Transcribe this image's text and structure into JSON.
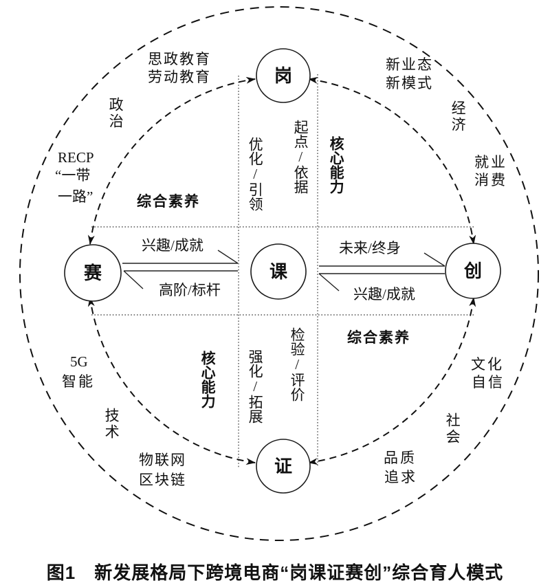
{
  "diagram": {
    "title_caption": "图1　新发展格局下跨境电商“岗课证赛创”综合育人模式",
    "nodes": {
      "top": "岗",
      "left": "赛",
      "center": "课",
      "right": "创",
      "bottom": "证"
    },
    "sectors": {
      "politics": {
        "axis": "政治",
        "inflow": [
          "思政教育",
          "劳动教育"
        ],
        "context": [
          "RECP",
          "“一带",
          "一路”"
        ]
      },
      "economy": {
        "axis": "经济",
        "inflow": [
          "新业态",
          "新模式"
        ],
        "context": [
          "就业",
          "消费"
        ]
      },
      "technology": {
        "axis": "技术",
        "inflow": [
          "物联网",
          "区块链"
        ],
        "context": [
          "5G",
          "智能"
        ]
      },
      "society": {
        "axis": "社会",
        "inflow": [
          "品质",
          "追求"
        ],
        "context": [
          "文化",
          "自信"
        ]
      }
    },
    "corridors": {
      "top_vertical": {
        "optimize": "优化/引领",
        "origin": "起点/依据",
        "core": "核心能力"
      },
      "bottom_vertical": {
        "core": "核心能力",
        "strengthen": "强化/拓展",
        "examine": "检验/评价"
      },
      "left_horizontal": {
        "quadrant_label": "综合素养",
        "arrow_right_label": "兴趣/成就",
        "arrow_left_label": "高阶/标杆"
      },
      "right_horizontal": {
        "arrow_right_label": "未来/终身",
        "arrow_left_label": "兴趣/成就",
        "quadrant_label": "综合素养"
      }
    },
    "colors": {
      "ink": "#111111",
      "background": "#ffffff"
    }
  }
}
